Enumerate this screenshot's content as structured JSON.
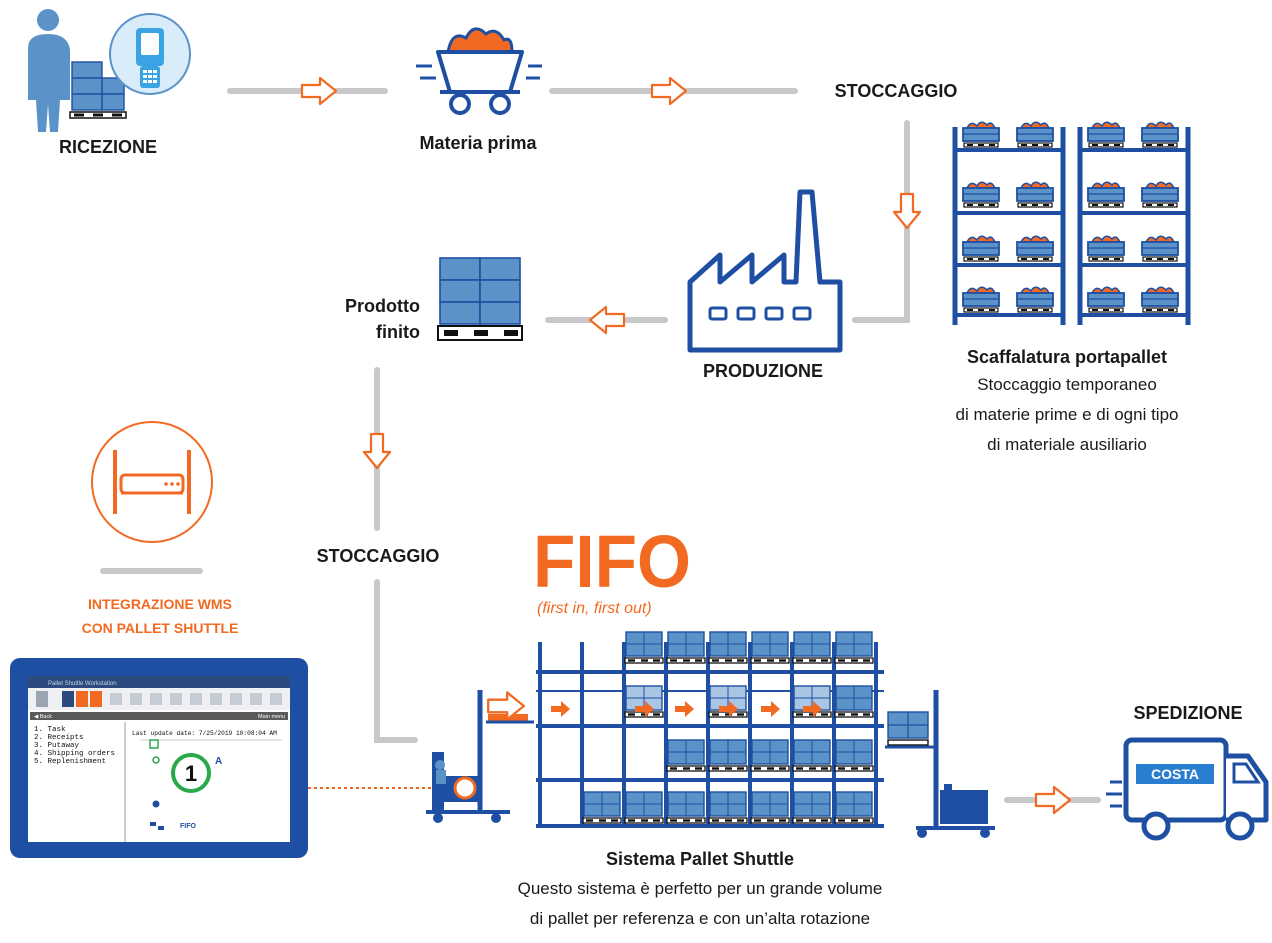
{
  "steps": {
    "reception": "RICEZIONE",
    "raw_material": "Materia prima",
    "storage_top": "STOCCAGGIO",
    "finished_product": [
      "Prodotto",
      "finito"
    ],
    "production": "PRODUZIONE",
    "storage_mid": "STOCCAGGIO",
    "shipping": "SPEDIZIONE"
  },
  "racking": {
    "title": "Scaffalatura portapallet",
    "lines": [
      "Stoccaggio temporaneo",
      "di materie prime e di ogni tipo",
      "di materiale ausiliario"
    ]
  },
  "fifo": {
    "title": "FIFO",
    "subtitle": "(first in, first out)"
  },
  "wms": {
    "lines": [
      "INTEGRAZIONE WMS",
      "CON PALLET SHUTTLE"
    ]
  },
  "shuttle": {
    "title": "Sistema Pallet Shuttle",
    "lines": [
      "Questo sistema è perfetto per un grande volume",
      "di pallet per referenza e con un’alta rotazione"
    ]
  },
  "truck": {
    "brand": "COSTA"
  },
  "tablet": {
    "app_title": "Pallet Shuttle Workstation",
    "menu_header": "◀ Back",
    "menu_right": "Main menu",
    "menu": [
      "1. Task",
      "2. Receipts",
      "3. Putaway",
      "4. Shipping orders",
      "5. Replenishment"
    ],
    "last_update": "Last update date: 7/25/2019 10:08:04 AM",
    "dial_value": "1",
    "dial_letter": "A",
    "mode": "FIFO"
  },
  "colors": {
    "blue": "#1e4fa3",
    "orange": "#f26a21",
    "gray": "#c8c8c8",
    "green": "#2aa84a",
    "box": "#5b93c9"
  },
  "icons": [
    "worker-icon",
    "scanner-icon",
    "mine-cart-icon",
    "factory-icon",
    "pallet-icon",
    "rack-icon",
    "server-icon",
    "forklift-icon",
    "truck-icon",
    "tablet-icon",
    "arrow-icon"
  ]
}
